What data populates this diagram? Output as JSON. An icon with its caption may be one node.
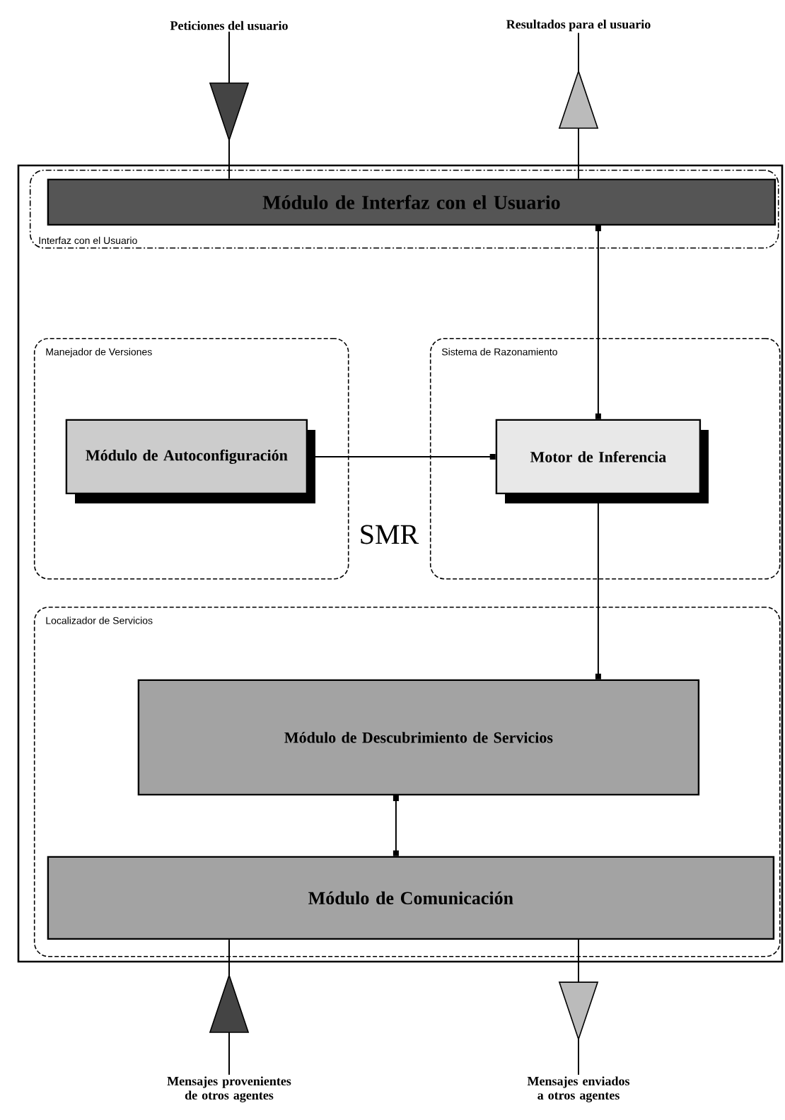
{
  "diagram": {
    "nodes": [
      {
        "text": [
          "SMR"
        ]
      },
      {
        "text": [
          "Interfaz con el Usuario"
        ],
        "in": 0
      },
      {
        "text": [
          "Módulo de Interfaz con el Usuario"
        ],
        "in": 1
      },
      {
        "text": [
          "Manejador de Versiones"
        ],
        "in": 0
      },
      {
        "text": [
          "Módulo de Autoconfiguración"
        ],
        "in": 3
      },
      {
        "text": [
          "Sistema de Razonamiento"
        ],
        "in": 0
      },
      {
        "text": [
          "Motor de Inferencia"
        ],
        "in": 5
      },
      {
        "text": [
          "Localizador de Servicios"
        ],
        "in": 0
      },
      {
        "text": [
          "Módulo de Descubrimiento de Servicios"
        ],
        "in": 7
      },
      {
        "text": [
          "Módulo de Comunicación"
        ],
        "in": 7
      },
      {
        "text": [
          "Peticiones del usuario"
        ]
      },
      {
        "text": [
          "Resultados para el usuario"
        ]
      },
      {
        "text": [
          "Mensajes provenientes de otros agentes"
        ]
      },
      {
        "text": [
          "Mensajes enviados a otros agentes"
        ]
      }
    ],
    "edges": [
      {
        "from": 10,
        "to": 2,
        "arrow": "to"
      },
      {
        "from": 2,
        "to": 11,
        "arrow": "to"
      },
      {
        "from": 2,
        "to": 6,
        "arrow": "other"
      },
      {
        "from": 4,
        "to": 6,
        "arrow": "other"
      },
      {
        "from": 6,
        "to": 8,
        "arrow": "other"
      },
      {
        "from": 8,
        "to": 9,
        "arrow": "other"
      },
      {
        "from": 12,
        "to": 9,
        "arrow": "to"
      },
      {
        "from": 9,
        "to": 13,
        "arrow": "to"
      }
    ]
  }
}
